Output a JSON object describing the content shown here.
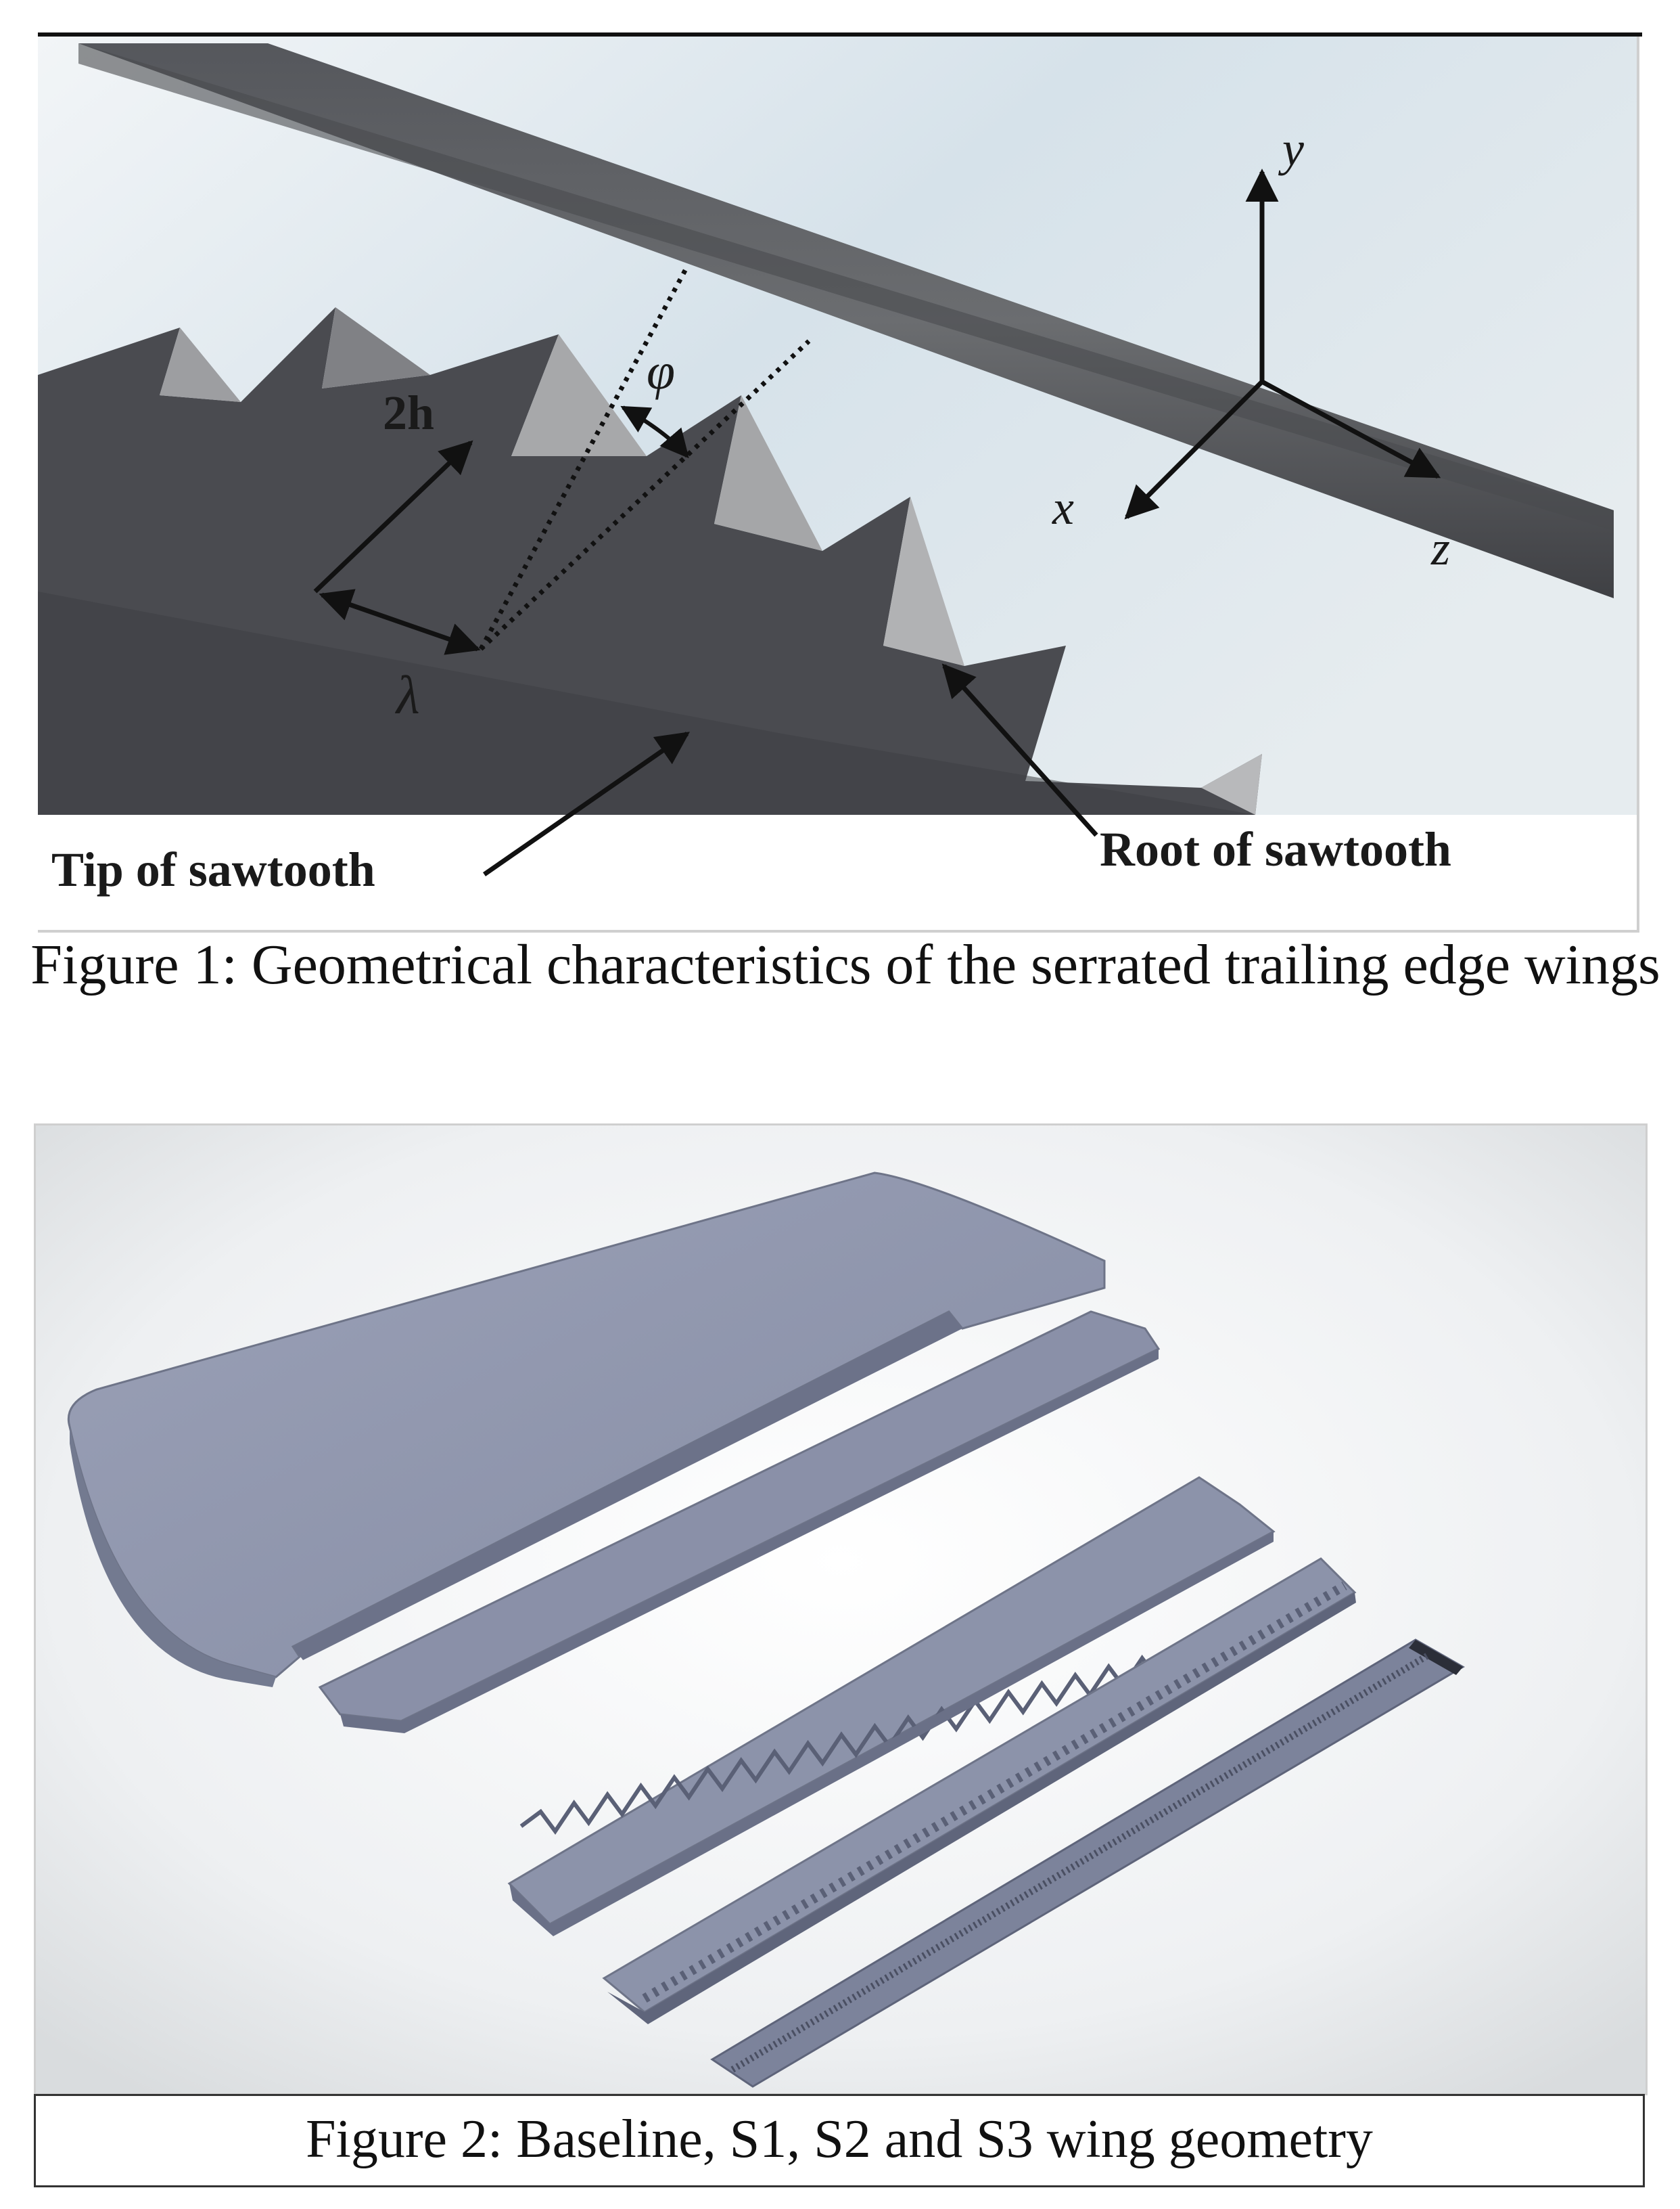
{
  "figure1": {
    "caption": "Figure 1: Geometrical characteristics of the serrated trailing edge wings",
    "labels": {
      "two_h": "2h",
      "lambda": "λ",
      "phi": "φ",
      "axis_x": "x",
      "axis_y": "y",
      "axis_z": "z",
      "tip": "Tip of sawtooth",
      "root": "Root of sawtooth"
    }
  },
  "figure2": {
    "caption": "Figure 2: Baseline, S1, S2 and S3 wing geometry"
  },
  "colors": {
    "wing_surface": "#8f96ae",
    "serration_dark": "#4a4a4e",
    "background_light": "#dfe8ee"
  }
}
